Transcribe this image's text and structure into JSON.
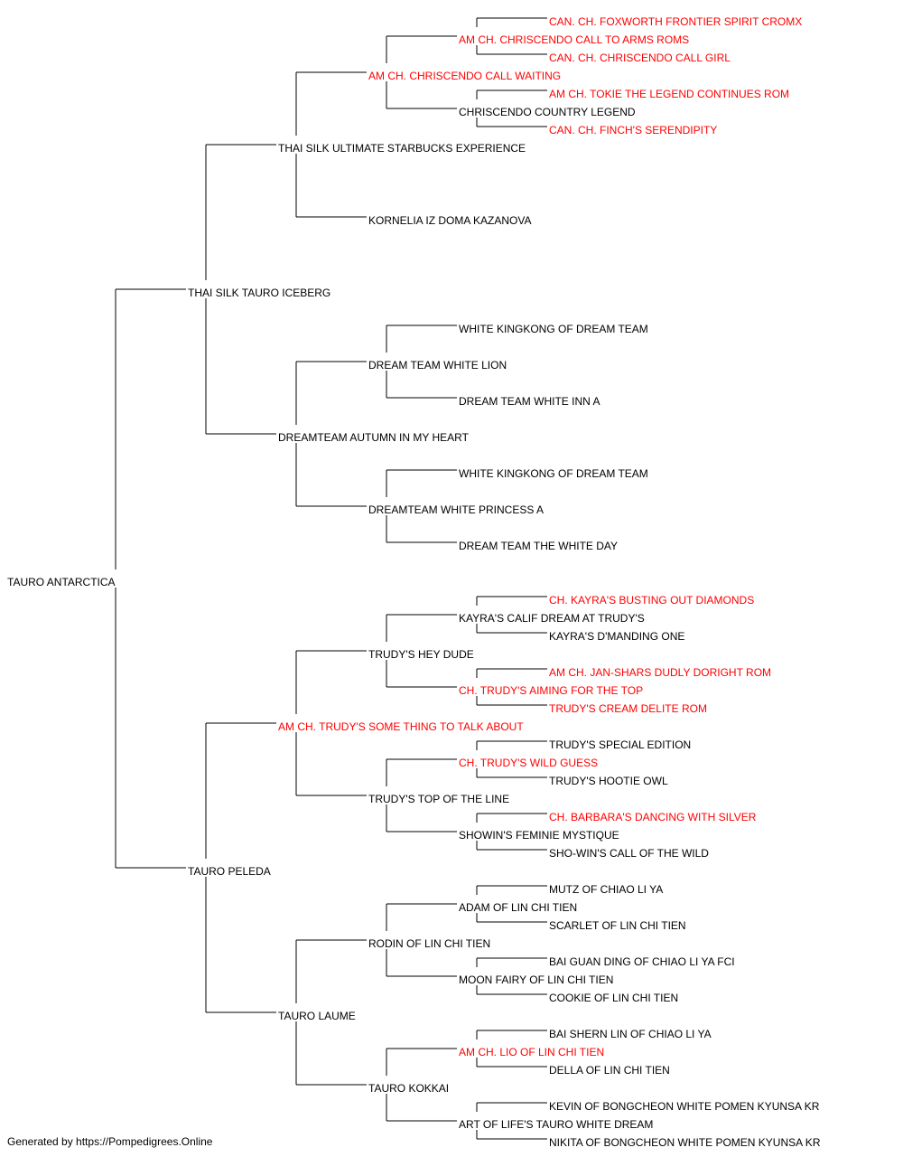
{
  "colors": {
    "champion": "#ff0000",
    "normal": "#000000",
    "line": "#000000"
  },
  "pedigree": {
    "name": "TAURO ANTARCTICA",
    "champion": false,
    "sire": {
      "name": "THAI SILK TAURO ICEBERG",
      "champion": false,
      "sire": {
        "name": "THAI SILK ULTIMATE STARBUCKS EXPERIENCE",
        "champion": false,
        "sire": {
          "name": "AM CH. CHRISCENDO CALL WAITING",
          "champion": true,
          "sire": {
            "name": "AM CH. CHRISCENDO CALL TO ARMS ROMS",
            "champion": true,
            "sire": {
              "name": "CAN. CH. FOXWORTH FRONTIER SPIRIT CROMX",
              "champion": true
            },
            "dam": {
              "name": "CAN. CH. CHRISCENDO CALL GIRL",
              "champion": true
            }
          },
          "dam": {
            "name": "CHRISCENDO COUNTRY LEGEND",
            "champion": false,
            "sire": {
              "name": "AM CH. TOKIE THE LEGEND CONTINUES ROM",
              "champion": true
            },
            "dam": {
              "name": "CAN. CH. FINCH'S SERENDIPITY",
              "champion": true
            }
          }
        },
        "dam": {
          "name": "KORNELIA IZ DOMA KAZANOVA",
          "champion": false
        }
      },
      "dam": {
        "name": "DREAMTEAM AUTUMN IN MY HEART",
        "champion": false,
        "sire": {
          "name": "DREAM TEAM WHITE LION",
          "champion": false,
          "sire": {
            "name": "WHITE KINGKONG OF DREAM TEAM",
            "champion": false
          },
          "dam": {
            "name": "DREAM TEAM WHITE INN A",
            "champion": false
          }
        },
        "dam": {
          "name": "DREAMTEAM WHITE PRINCESS A",
          "champion": false,
          "sire": {
            "name": "WHITE KINGKONG OF DREAM TEAM",
            "champion": false
          },
          "dam": {
            "name": "DREAM TEAM THE WHITE DAY",
            "champion": false
          }
        }
      }
    },
    "dam": {
      "name": "TAURO PELEDA",
      "champion": false,
      "sire": {
        "name": "AM CH. TRUDY'S SOME THING TO TALK ABOUT",
        "champion": true,
        "sire": {
          "name": "TRUDY'S HEY DUDE",
          "champion": false,
          "sire": {
            "name": "KAYRA'S CALIF DREAM AT TRUDY'S",
            "champion": false,
            "sire": {
              "name": "CH. KAYRA'S BUSTING OUT DIAMONDS",
              "champion": true
            },
            "dam": {
              "name": "KAYRA'S D'MANDING ONE",
              "champion": false
            }
          },
          "dam": {
            "name": "CH. TRUDY'S AIMING FOR THE TOP",
            "champion": true,
            "sire": {
              "name": "AM CH. JAN-SHARS DUDLY DORIGHT ROM",
              "champion": true
            },
            "dam": {
              "name": "TRUDY'S CREAM DELITE ROM",
              "champion": true
            }
          }
        },
        "dam": {
          "name": "TRUDY'S TOP OF THE LINE",
          "champion": false,
          "sire": {
            "name": "CH. TRUDY'S WILD GUESS",
            "champion": true,
            "sire": {
              "name": "TRUDY'S SPECIAL EDITION",
              "champion": false
            },
            "dam": {
              "name": "TRUDY'S HOOTIE OWL",
              "champion": false
            }
          },
          "dam": {
            "name": "SHOWIN'S FEMINIE MYSTIQUE",
            "champion": false,
            "sire": {
              "name": "CH. BARBARA'S DANCING WITH SILVER",
              "champion": true
            },
            "dam": {
              "name": "SHO-WIN'S CALL OF THE WILD",
              "champion": false
            }
          }
        }
      },
      "dam": {
        "name": "TAURO LAUME",
        "champion": false,
        "sire": {
          "name": "RODIN OF LIN CHI TIEN",
          "champion": false,
          "sire": {
            "name": "ADAM OF LIN CHI TIEN",
            "champion": false,
            "sire": {
              "name": "MUTZ OF CHIAO LI YA",
              "champion": false
            },
            "dam": {
              "name": "SCARLET OF LIN CHI TIEN",
              "champion": false
            }
          },
          "dam": {
            "name": "MOON FAIRY OF LIN CHI TIEN",
            "champion": false,
            "sire": {
              "name": "BAI GUAN DING OF CHIAO LI YA FCI",
              "champion": false
            },
            "dam": {
              "name": "COOKIE OF LIN CHI TIEN",
              "champion": false
            }
          }
        },
        "dam": {
          "name": "TAURO KOKKAI",
          "champion": false,
          "sire": {
            "name": "AM CH. LIO OF LIN CHI TIEN",
            "champion": true,
            "sire": {
              "name": "BAI SHERN LIN OF CHIAO LI YA",
              "champion": false
            },
            "dam": {
              "name": "DELLA OF LIN CHI TIEN",
              "champion": false
            }
          },
          "dam": {
            "name": "ART OF LIFE'S TAURO WHITE DREAM",
            "champion": false,
            "sire": {
              "name": "KEVIN OF BONGCHEON WHITE POMEN KYUNSA KR",
              "champion": false
            },
            "dam": {
              "name": "NIKITA OF BONGCHEON WHITE POMEN KYUNSA KR",
              "champion": false
            }
          }
        }
      }
    }
  },
  "footer": {
    "text": "Generated by https://Pompedigrees.Online"
  }
}
